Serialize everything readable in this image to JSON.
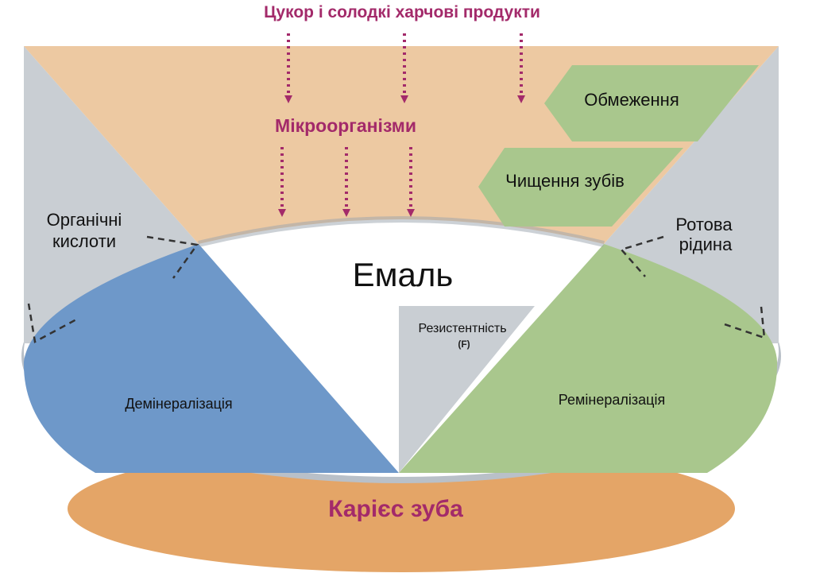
{
  "title_top": "Цукор і солодкі харчові продукти",
  "microorganisms": "Мікроорганізми",
  "restriction": "Обмеження",
  "brushing": "Чищення зубів",
  "organic_acids": [
    "Органічні",
    "кислоти"
  ],
  "oral_fluid": [
    "Ротова",
    "рідина"
  ],
  "enamel": "Емаль",
  "resistance": "Резистентність",
  "fluoride": "(F)",
  "demineralization": "Демінералізація",
  "remineralization": "Ремінералізація",
  "caries": "Карієс зуба",
  "colors": {
    "peach": "#EDC9A2",
    "orange": "#E4A567",
    "grey": "#C9CED3",
    "blue": "#6E98C9",
    "green": "#A9C78D",
    "magenta": "#A32A6A",
    "dark_text": "#111111"
  }
}
